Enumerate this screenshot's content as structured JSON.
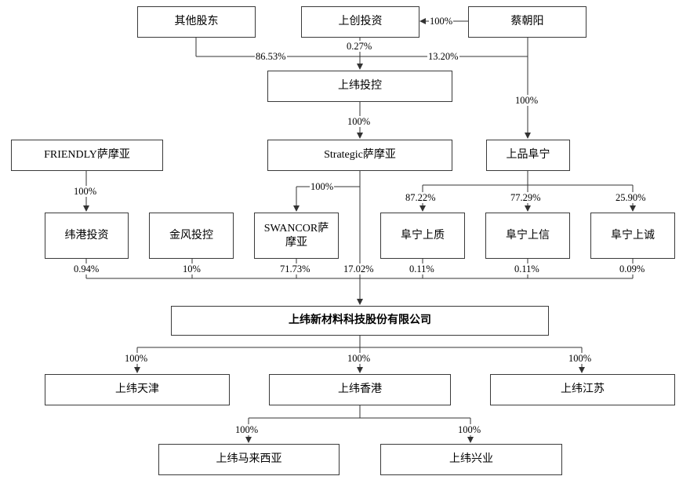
{
  "entities": {
    "other_shareholders": "其他股东",
    "shangchuang": "上创投资",
    "cai_chaoyang": "蔡朝阳",
    "shangwei_holding": "上纬投控",
    "friendly": "FRIENDLY萨摩亚",
    "strategic": "Strategic萨摩亚",
    "shangpin_funing": "上品阜宁",
    "weigang": "纬港投资",
    "jinfeng": "金风投控",
    "swancor": "SWANCOR萨摩亚",
    "funing_shangzhi": "阜宁上质",
    "funing_shangxin": "阜宁上信",
    "funing_shangcheng": "阜宁上诚",
    "company": "上纬新材料科技股份有限公司",
    "tianjin": "上纬天津",
    "hongkong": "上纬香港",
    "jiangsu": "上纬江苏",
    "malaysia": "上纬马来西亚",
    "xingye": "上纬兴业"
  },
  "percentages": {
    "cai_to_shangchuang": "100%",
    "other_to_holding": "86.53%",
    "shangchuang_to_holding": "0.27%",
    "cai_to_holding": "13.20%",
    "cai_to_shangpin": "100%",
    "holding_to_strategic": "100%",
    "friendly_to_weigang": "100%",
    "strategic_to_swancor": "100%",
    "shangpin_to_shangzhi": "87.22%",
    "shangpin_to_shangxin": "77.29%",
    "shangpin_to_shangcheng": "25.90%",
    "weigang_to_company": "0.94%",
    "jinfeng_to_company": "10%",
    "swancor_to_company": "71.73%",
    "strategic_to_company": "17.02%",
    "shangzhi_to_company": "0.11%",
    "shangxin_to_company": "0.11%",
    "shangcheng_to_company": "0.09%",
    "company_to_tianjin": "100%",
    "company_to_hongkong": "100%",
    "company_to_jiangsu": "100%",
    "hongkong_to_malaysia": "100%",
    "hongkong_to_xingye": "100%"
  }
}
